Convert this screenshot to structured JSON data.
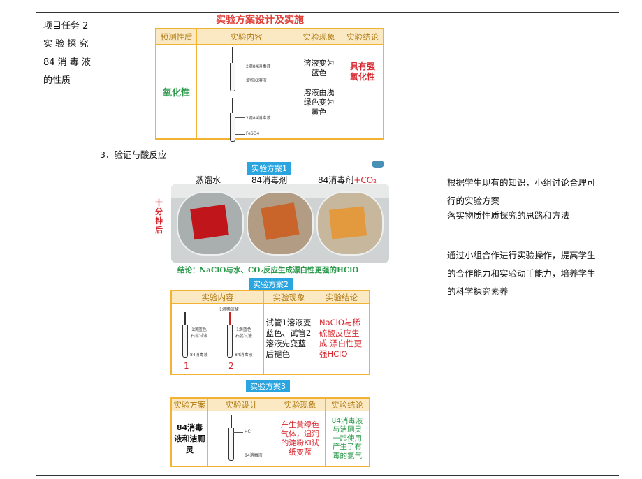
{
  "left_cell": {
    "lines": [
      "项目任务 2",
      "实 验 探 究",
      "84 消 毒 液",
      "的性质"
    ]
  },
  "table1": {
    "title": "实验方案设计及实施",
    "headers": [
      "预测性质",
      "实验内容",
      "实验现象",
      "实验结论"
    ],
    "property": "氧化性",
    "tube_labels": [
      "2滴84消毒液",
      "淀粉KI溶液",
      "2滴84消毒液",
      "FeSO4"
    ],
    "phenomenon1": "溶液变为蓝色",
    "phenomenon2": "溶液由浅绿色变为黄色",
    "conclusion": "具有强氧化性"
  },
  "section3": {
    "label": "3．验证与酸反应"
  },
  "photo": {
    "tag": "实验方案1",
    "cups": [
      "蒸馏水",
      "84消毒剂",
      "84消毒剂"
    ],
    "co2": "+CO₂",
    "side_note": "十分钟后",
    "conclusion": "结论：NaClO与水、CO₂反应生成漂白性更强的HClO"
  },
  "plan2": {
    "tag": "实验方案2",
    "headers": [
      "实验内容",
      "实验现象",
      "实验结论"
    ],
    "tube_top_label": "1滴稀硫酸",
    "tube_labels": [
      "1滴蓝色石蕊试液",
      "84消毒液",
      "1滴蓝色石蕊试液",
      "84消毒液"
    ],
    "tube_numbers": [
      "1",
      "2"
    ],
    "phenomenon": "试管1溶液变蓝色、试管2溶液先变蓝后褪色",
    "conclusion": "NaClO与稀硫酸反应生成 漂白性更强HClO"
  },
  "plan3": {
    "tag": "实验方案3",
    "headers": [
      "实验方案",
      "实验设计",
      "实验现象",
      "实验结论"
    ],
    "scheme": "84消毒液和洁厕灵",
    "tube_labels": [
      "HCl",
      "84消毒液"
    ],
    "phenomenon": "产生黄绿色气体，湿润的淀粉KI试纸变蓝",
    "conclusion": "84消毒液与洁厕灵一起使用产生了有毒的氯气"
  },
  "right_cell": {
    "para1": [
      "根据学生现有的知识，小组讨论合理可",
      "行的实验方案"
    ],
    "para2": "落实物质性质探究的思路和方法",
    "para3": [
      "通过小组合作进行实验操作，提高学生",
      "的合作能力和实验动手能力，培养学生",
      "的科学探究素养"
    ]
  },
  "colors": {
    "orange_border": "#f2b233",
    "header_fill": "#fbe9c4",
    "green": "#2a9a4a",
    "red": "#d8262e",
    "blue_tag": "#2aa5e0"
  }
}
